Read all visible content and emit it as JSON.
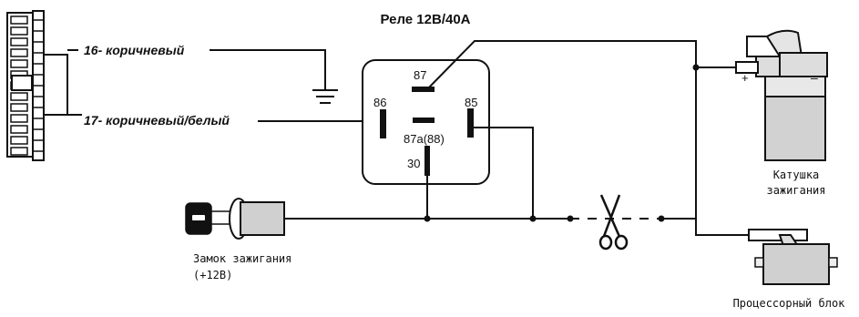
{
  "title": "Реле 12В/40А",
  "wire_labels": {
    "w16": "16- коричневый",
    "w17": "17- коричневый/белый"
  },
  "relay_pins": {
    "p87": "87",
    "p86": "86",
    "p85": "85",
    "p87a": "87a(88)",
    "p30": "30"
  },
  "components": {
    "coil_line1": "Катушка",
    "coil_line2": "зажигания",
    "ignition_line1": "Замок зажигания",
    "ignition_line2": "(+12В)",
    "ecu": "Процессорный блок"
  },
  "polarity": {
    "plus": "+",
    "minus": "–"
  }
}
